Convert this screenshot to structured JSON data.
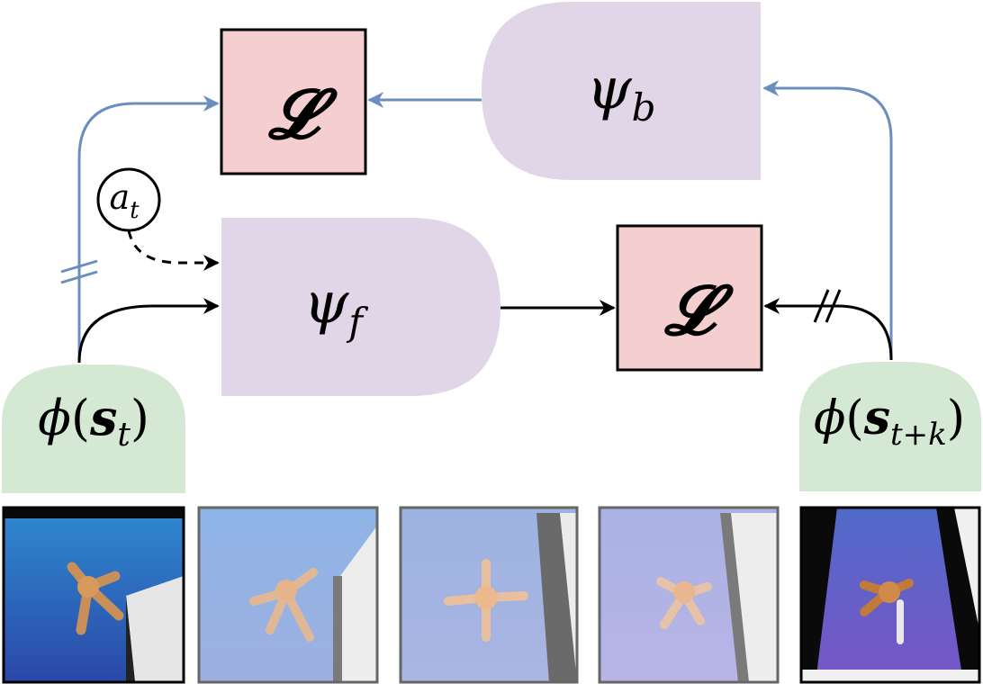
{
  "nodes": {
    "loss_top": {
      "label": "𝓛"
    },
    "loss_mid": {
      "label": "𝓛"
    },
    "psi_b": {
      "base": "ψ",
      "sub": "b"
    },
    "psi_f": {
      "base": "ψ",
      "sub": "f"
    },
    "action": {
      "base": "a",
      "sub": "t"
    },
    "phi_st": {
      "phi": "ϕ",
      "open": "(",
      "s": "s",
      "sub": "t",
      "close": ")"
    },
    "phi_stk": {
      "phi": "ϕ",
      "open": "(",
      "s": "s",
      "sub": "t+k",
      "close": ")"
    }
  },
  "colors": {
    "loss_fill": "#f5cfcf",
    "network_fill": "#e1d5e8",
    "embedding_fill": "#d5e8d4",
    "blue_arrow": "#6c8ebf",
    "black_arrow": "#000000"
  },
  "frames": [
    {
      "name": "frame-1",
      "tone": "#2d5fb3"
    },
    {
      "name": "frame-2",
      "tone": "#8fb0e0"
    },
    {
      "name": "frame-3",
      "tone": "#a3b5df"
    },
    {
      "name": "frame-4",
      "tone": "#b2b3e3"
    },
    {
      "name": "frame-5",
      "tone": "#5a5fc0"
    }
  ]
}
